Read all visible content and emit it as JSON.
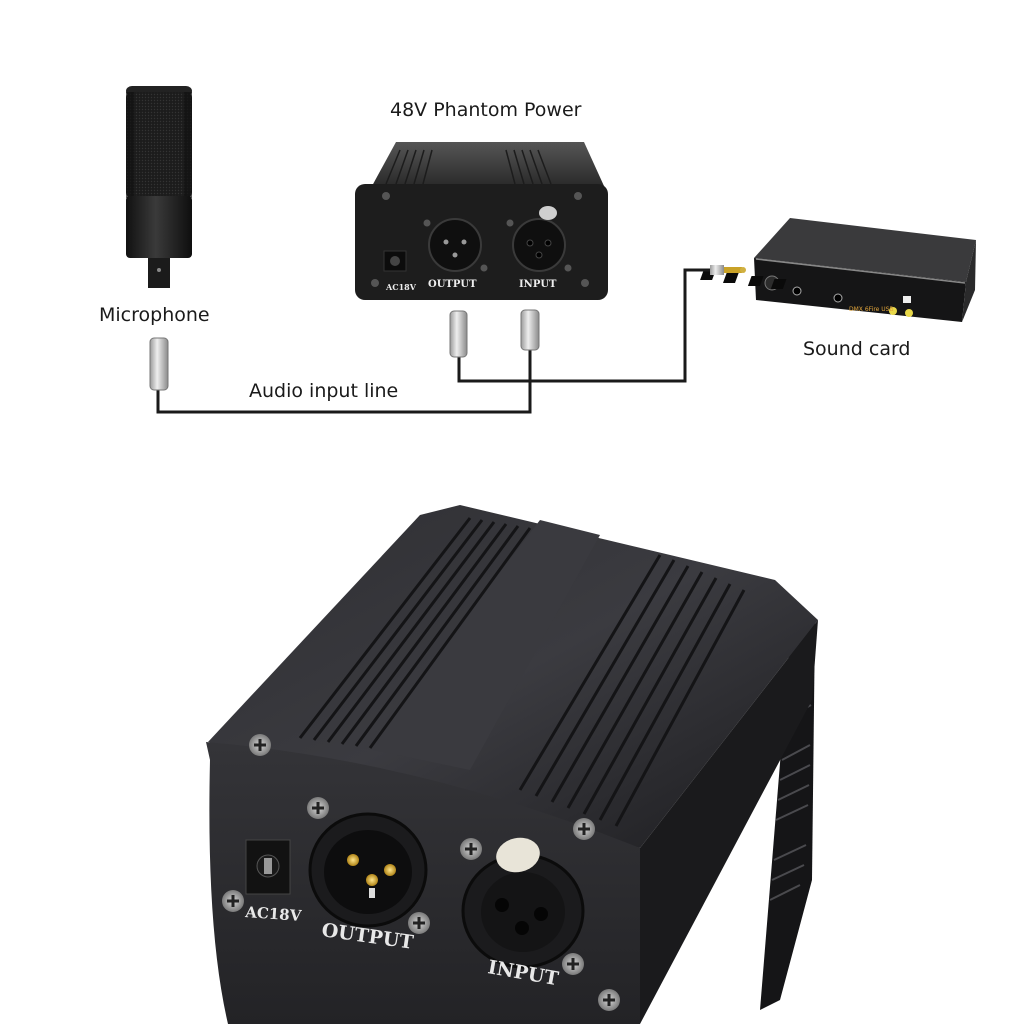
{
  "diagram": {
    "labels": {
      "phantom_power": "48V Phantom Power",
      "microphone": "Microphone",
      "sound_card": "Sound card",
      "audio_input_line": "Audio input line"
    },
    "phantom_unit_small": {
      "power_label": "AC18V",
      "output_label": "OUTPUT",
      "input_label": "INPUT"
    },
    "sound_card_brand": "DMX 6Fire USB",
    "connections": [
      {
        "from": "Microphone",
        "to": "48V Phantom Power INPUT",
        "via": "Audio input line"
      },
      {
        "from": "48V Phantom Power OUTPUT",
        "to": "Sound card"
      }
    ]
  },
  "product_photo": {
    "power_label": "AC18V",
    "output_label": "OUTPUT",
    "input_label": "INPUT"
  },
  "colors": {
    "background": "#ffffff",
    "device_body": "#2a2a2c",
    "cable": "#1a1a1a",
    "gold_pin": "#c9a227"
  }
}
